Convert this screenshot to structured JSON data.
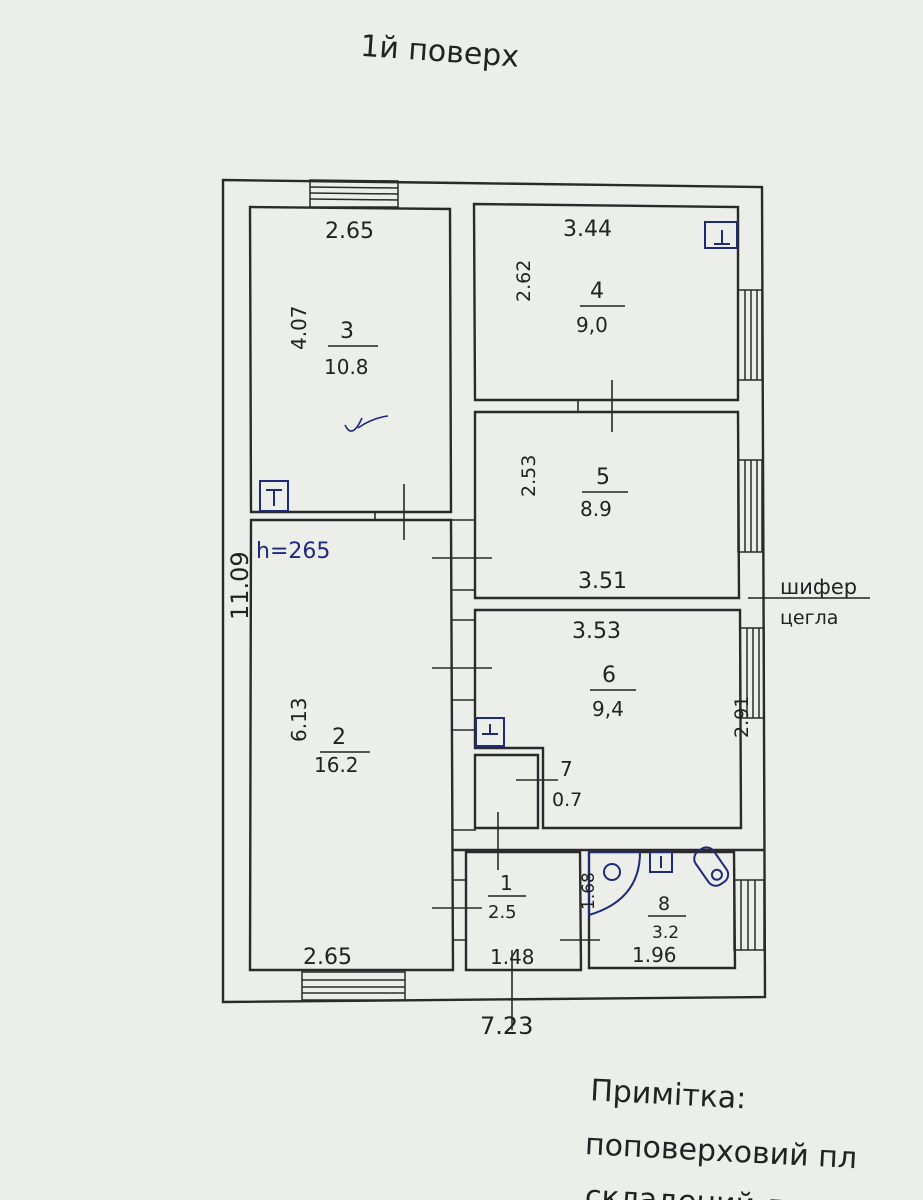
{
  "title": "1й поверх",
  "height_note": "h=265",
  "overall": {
    "length": "11.09",
    "width": "7.23"
  },
  "material": {
    "roof": "шифер",
    "walls": "цегла"
  },
  "rooms": [
    {
      "number": "3",
      "area": "10.8",
      "width": "2.65",
      "length": "4.07"
    },
    {
      "number": "2",
      "area": "16.2",
      "width": "2.65",
      "length": "6.13"
    },
    {
      "number": "4",
      "area": "9,0",
      "width": "3.44",
      "length": "2.62"
    },
    {
      "number": "5",
      "area": "8.9",
      "width": "3.51",
      "length": "2.53"
    },
    {
      "number": "6",
      "area": "9,4",
      "width": "3.53",
      "length": "2.91"
    },
    {
      "number": "7",
      "area": "0.7"
    },
    {
      "number": "1",
      "area": "2.5",
      "width": "1.48",
      "length": "1.68"
    },
    {
      "number": "8",
      "area": "3.2",
      "width": "1.96"
    }
  ],
  "note": {
    "heading": "Примітка:",
    "line1": "поповерховий пл",
    "line2": "складений для"
  },
  "colors": {
    "paper": "#eceeea",
    "ink": "#222222",
    "blue_ink": "#1f2a7a"
  }
}
